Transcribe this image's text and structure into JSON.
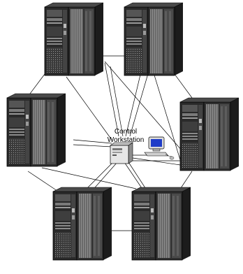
{
  "diagram": {
    "center_node": {
      "label_line1": "Control",
      "label_line2": "Workstation"
    },
    "servers": [
      {
        "id": "server-top-left"
      },
      {
        "id": "server-top-right"
      },
      {
        "id": "server-middle-left"
      },
      {
        "id": "server-middle-right"
      },
      {
        "id": "server-bottom-left"
      },
      {
        "id": "server-bottom-right"
      }
    ],
    "colors": {
      "cabinet_dark": "#2b2b2b",
      "cabinet_mid": "#555555",
      "cabinet_light": "#8a8a8a",
      "line": "#000000",
      "monitor_screen": "#1f3cc8"
    }
  }
}
